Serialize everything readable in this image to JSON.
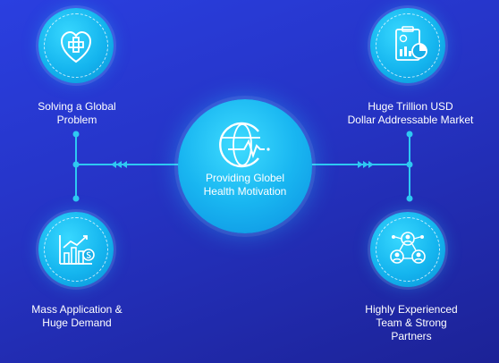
{
  "center": {
    "line1": "Providing Globel",
    "line2": "Health Motivation",
    "icon": "globe-pulse-icon"
  },
  "nodes": {
    "top_left": {
      "line1": "Solving a Global",
      "line2": "Problem",
      "icon": "heart-cross-icon"
    },
    "top_right": {
      "line1": "Huge Trillion USD",
      "line2": "Dollar Addressable Market",
      "icon": "report-chart-icon"
    },
    "bottom_left": {
      "line1": "Mass Application &",
      "line2": "Huge Demand",
      "icon": "growth-chart-icon"
    },
    "bottom_right": {
      "line1": "Highly Experienced",
      "line2": "Team & Strong",
      "line3": "Partners",
      "icon": "team-network-icon"
    }
  },
  "colors": {
    "background": "#2533c4",
    "accent": "#19b6f1",
    "line": "#2ec8f2"
  }
}
